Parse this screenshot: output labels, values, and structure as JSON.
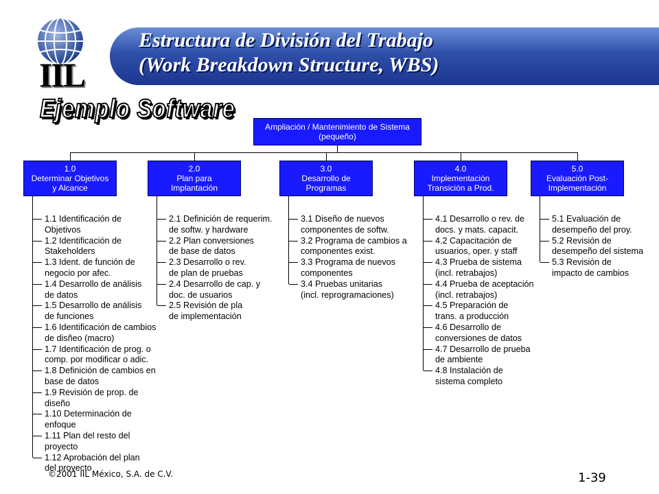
{
  "header": {
    "title_line1": "Estructura de División del Trabajo",
    "title_line2": "(Work Breakdown Structure, WBS)",
    "logo_text": "IIL"
  },
  "subtitle": "Ejemplo Software",
  "colors": {
    "box_fill": "#1a1aff",
    "header_blue": "#2f4fa8",
    "box_text": "#ffffff"
  },
  "root": {
    "line1": "Ampliación / Mantenimiento de Sistema",
    "line2": "(pequeño)"
  },
  "phases": [
    {
      "line1": "1.0",
      "line2": "Determinar Objetivos",
      "line3": "y Alcance"
    },
    {
      "line1": "2.0",
      "line2": "Plan para",
      "line3": "Implantación"
    },
    {
      "line1": "3.0",
      "line2": "Desarrollo de",
      "line3": "Programas"
    },
    {
      "line1": "4.0",
      "line2": "Implementación",
      "line3": "Transición a Prod."
    },
    {
      "line1": "5.0",
      "line2": "Evaluación Post-",
      "line3": "Implementación"
    }
  ],
  "tasks": [
    [
      [
        "1.1 Identificación de",
        "Objetivos"
      ],
      [
        "1.2 Identificación de",
        "Stakeholders"
      ],
      [
        "1.3 Ident. de función de",
        "negocio por afec."
      ],
      [
        "1.4 Desarrollo de análisis",
        "de datos"
      ],
      [
        "1.5 Desarrollo de análisis",
        "de funciones"
      ],
      [
        "1.6 Identificación de cambios",
        "de disñeo (macro)"
      ],
      [
        "1.7 Identificación de prog. o",
        "comp. por modificar o adic."
      ],
      [
        "1.8 Definición de cambios en",
        "base de datos"
      ],
      [
        "1.9 Revisión de prop. de",
        "diseño"
      ],
      [
        "1.10 Determinación de",
        "enfoque"
      ],
      [
        "1.11 Plan del resto del",
        "proyecto"
      ],
      [
        "1.12 Aprobación del plan",
        "del proyecto"
      ]
    ],
    [
      [
        "2.1 Definición de requerim.",
        "de softw. y hardware"
      ],
      [
        "2.2 Plan conversiones",
        "de base de datos"
      ],
      [
        "2.3 Desarrollo o rev.",
        "de plan de pruebas"
      ],
      [
        "2.4 Desarrollo de cap. y",
        "doc. de usuarios"
      ],
      [
        "2.5 Revisión de pla",
        "de implementación"
      ]
    ],
    [
      [
        "3.1 Diseño de nuevos",
        "componentes de softw."
      ],
      [
        "3.2 Programa de cambios a",
        "componentes exist."
      ],
      [
        "3.3 Programa de nuevos",
        "componentes"
      ],
      [
        "3.4 Pruebas unitarias",
        "(incl. reprogramaciones)"
      ]
    ],
    [
      [
        "4.1 Desarrollo o rev. de",
        "docs. y mats. capacit."
      ],
      [
        "4.2 Capacitación de",
        "usuarios, oper. y staff"
      ],
      [
        "4.3 Prueba de sistema",
        "(incl. retrabajos)"
      ],
      [
        "4.4 Prueba de aceptación",
        "(incl. retrabajos)"
      ],
      [
        "4.5 Preparación de",
        "trans. a producción"
      ],
      [
        "4.6 Desarrollo de",
        "conversiones de datos"
      ],
      [
        "4.7 Desarrollo de prueba",
        "de ambiente"
      ],
      [
        "4.8 Instalación de",
        "sistema completo"
      ]
    ],
    [
      [
        "5.1 Evaluación de",
        "desempeño del proy."
      ],
      [
        "5.2 Revisión de",
        "desempeño del sistema"
      ],
      [
        "5.3 Revisión de",
        "impacto de cambios"
      ]
    ]
  ],
  "footer": {
    "copyright": "©2001 IIL México, S.A. de C.V.",
    "page": "1-39"
  }
}
